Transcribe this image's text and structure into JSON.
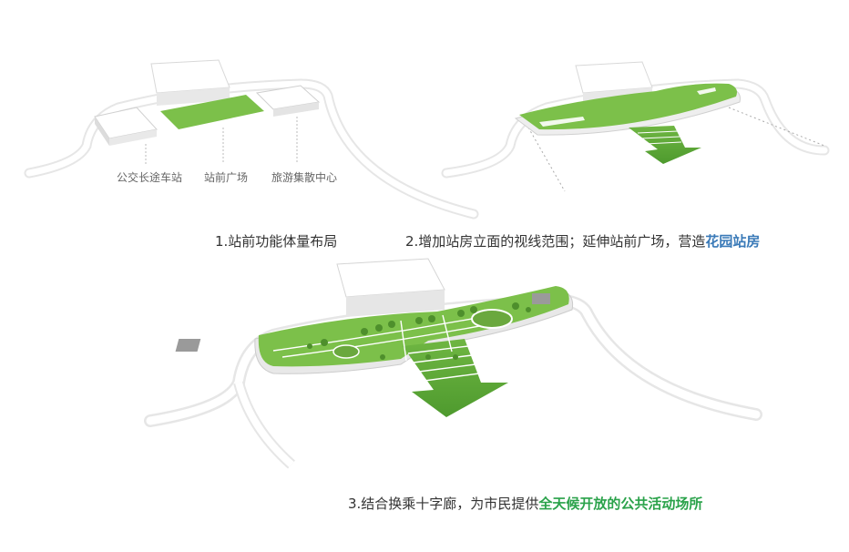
{
  "labels": {
    "bus_station": "公交长途车站",
    "plaza": "站前广场",
    "tourism_center": "旅游集散中心"
  },
  "captions": {
    "step1": {
      "text": "1.站前功能体量布局"
    },
    "step2": {
      "text": "2.增加站房立面的视线范围；延伸站前广场，营造",
      "highlight": "花园站房"
    },
    "step3": {
      "text": "3.结合换乘十字廊，为市民提供",
      "highlight": "全天候开放的公共活动场所"
    }
  },
  "colors": {
    "grass": "#7cc04a",
    "grass_dark": "#5ea33a",
    "highlight_blue": "#3a7ab8",
    "highlight_green": "#2aa24a",
    "building": "#ffffff",
    "platform": "#f4f4f4"
  }
}
